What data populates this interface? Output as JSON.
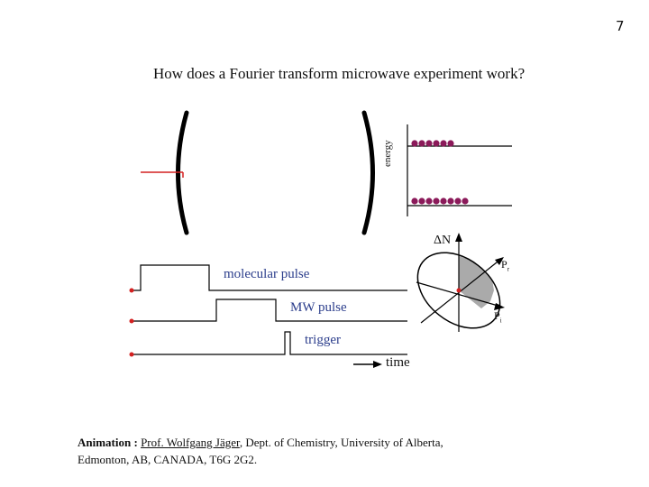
{
  "slide_number": "7",
  "title": "How does a Fourier transform microwave experiment work?",
  "energy_diagram": {
    "axis_label": "energy",
    "dot_color": "#8b1a5a",
    "upper_dot_count": 6,
    "lower_dot_count": 8
  },
  "pulse_diagram": {
    "labels": {
      "molecular": "molecular pulse",
      "mw": "MW pulse",
      "trigger": "trigger",
      "time": "time"
    },
    "pulse_label_color": "#2c3e8c",
    "marker_color": "#d42020"
  },
  "bloch_diagram": {
    "delta_n_label": "ΔN",
    "pr_label": "P",
    "pr_subscript": "r",
    "pi_label": "P",
    "pi_subscript": "i",
    "shade_color": "#aaaaaa"
  },
  "caption": {
    "prefix": "Animation :",
    "author": "Prof. Wolfgang Jäger",
    "rest_line1": ", Dept. of Chemistry, University of Alberta,",
    "line2": "Edmonton, AB, CANADA, T6G 2G2."
  }
}
